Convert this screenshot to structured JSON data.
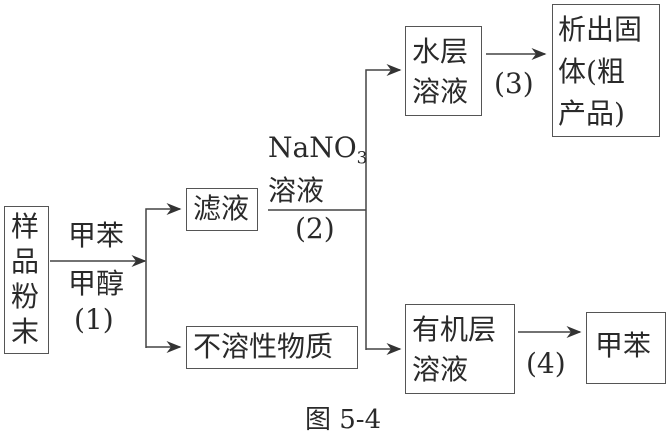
{
  "nodes": {
    "sample": "样品粉末",
    "filtrate": "滤液",
    "insoluble": "不溶性物质",
    "aqueous": [
      "水层",
      "溶液"
    ],
    "solid": [
      "析出固",
      "体(粗",
      "产品)"
    ],
    "organic": [
      "有机层",
      "溶液"
    ],
    "toluene": "甲苯"
  },
  "edges": {
    "step1_top": "甲苯",
    "step1_bottom": "甲醇",
    "step1_num": "(1)",
    "step2_reagent": "NaNO",
    "step2_sub": "3",
    "step2_solution": "溶液",
    "step2_num": "(2)",
    "step3_num": "(3)",
    "step4_num": "(4)"
  },
  "caption": "图 5-4"
}
